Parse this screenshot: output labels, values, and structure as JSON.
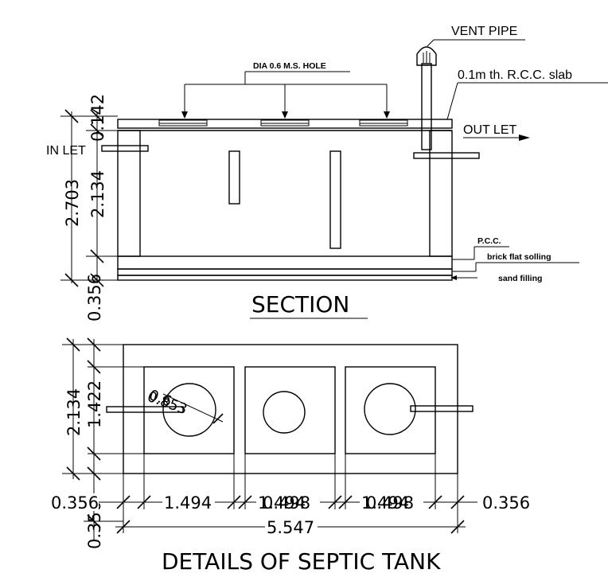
{
  "section": {
    "title": "SECTION",
    "labels": {
      "vent_pipe": "VENT PIPE",
      "rcc_slab": "0.1m  th. R.C.C. slab",
      "hole": "DIA 0.6 M.S. HOLE",
      "inlet": "IN LET",
      "outlet": "OUT LET",
      "pcc": "P.C.C.",
      "brick_flat_soling": "brick flat solling",
      "sand_filling": "sand filling"
    },
    "dimensions": {
      "top_slab": "0.142",
      "overall_height": "2.703",
      "inner_height": "2.134",
      "base": "0.356"
    }
  },
  "plan": {
    "title": "DETAILS  OF  SEPTIC  TANK",
    "dimensions": {
      "width": "2.134",
      "inner": "1.422",
      "wall_left": "0.356",
      "wall_bottom": "0.356",
      "chamber1": "1.494",
      "chamber2": "0.498",
      "chamber2_overlap": "1.494",
      "chamber3": "0.498",
      "chamber3_overlap": "1.494",
      "wall_right": "0.356",
      "total": "5.547",
      "hole_dia": "0.6",
      "hole_dia_overlap": "0.853"
    }
  }
}
